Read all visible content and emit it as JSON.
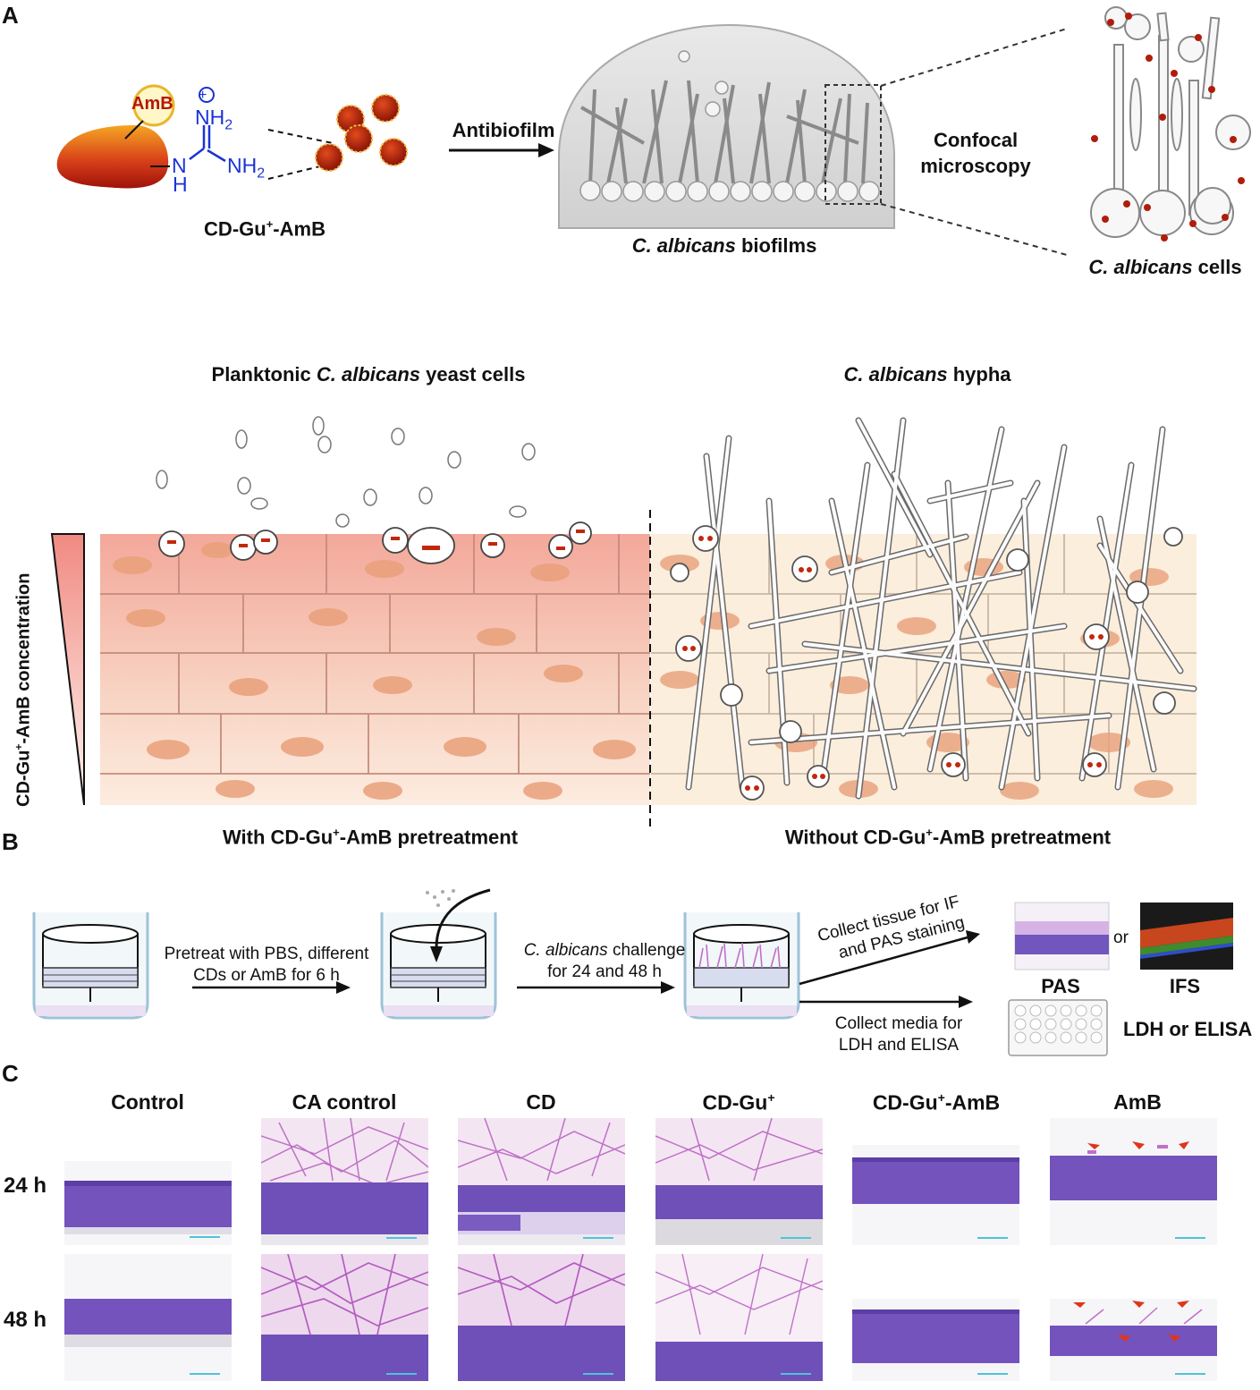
{
  "panel_a": {
    "letter": "A",
    "amb_tag": "AmB",
    "nh2_top": "NH",
    "nh2_top_sub": "2",
    "nh2_right": "NH",
    "nh2_right_sub": "2",
    "n_label": "N",
    "h_label": "H",
    "plus_sign": "+",
    "cd_label_a": "CD-Gu",
    "cd_label_sup": "+",
    "cd_label_b": "-AmB",
    "arrow_label": "Antibiofilm",
    "biofilm_label_italic": "C. albicans",
    "biofilm_label_rest": " biofilms",
    "confocal_line1": "Confocal",
    "confocal_line2": "microscopy",
    "cells_label_italic": "C. albicans",
    "cells_label_rest": " cells",
    "planktonic_pre": "Planktonic ",
    "planktonic_italic": "C. albicans",
    "planktonic_post": " yeast cells",
    "hypha_italic": "C. albicans",
    "hypha_rest": " hypha",
    "concentration_a": "CD-Gu",
    "concentration_sup": "+",
    "concentration_b": "-AmB concentration",
    "with_a": "With CD-Gu",
    "with_sup": "+",
    "with_b": "-AmB pretreatment",
    "without_a": "Without CD-Gu",
    "without_sup": "+",
    "without_b": "-AmB pretreatment"
  },
  "panel_b": {
    "letter": "B",
    "step1_line1": "Pretreat with PBS, different",
    "step1_line2": "CDs or AmB for 6 h",
    "step2_italic": "C. albicans",
    "step2_rest": " challenge",
    "step2_line2": "for 24 and 48 h",
    "collect_tissue_line1": "Collect tissue for IF",
    "collect_tissue_line2": "and PAS staining",
    "collect_media_line1": "Collect media for",
    "collect_media_line2": "LDH and ELISA",
    "or_label": "or",
    "pas_label": "PAS",
    "ifs_label": "IFS",
    "ldh_label": "LDH or ELISA"
  },
  "panel_c": {
    "letter": "C",
    "columns": [
      "Control",
      "CA control",
      "CD",
      "CD-Gu",
      "CD-Gu",
      "AmB"
    ],
    "col_sups": [
      "",
      "",
      "",
      "+",
      "+",
      ""
    ],
    "col_suffix": [
      "",
      "",
      "",
      "",
      "-AmB",
      ""
    ],
    "rows": [
      "24 h",
      "48 h"
    ]
  },
  "colors": {
    "red_particle": "#c0280e",
    "blue_chem": "#1a33d6",
    "tissue_pink": "#f5bdb0",
    "tissue_cream": "#f9e6d0",
    "nucleus": "#e9a07a",
    "stain_purple": "#6b4fb8",
    "hyphae_magenta": "#c070c8",
    "scale_bar": "#4fc3d9"
  }
}
